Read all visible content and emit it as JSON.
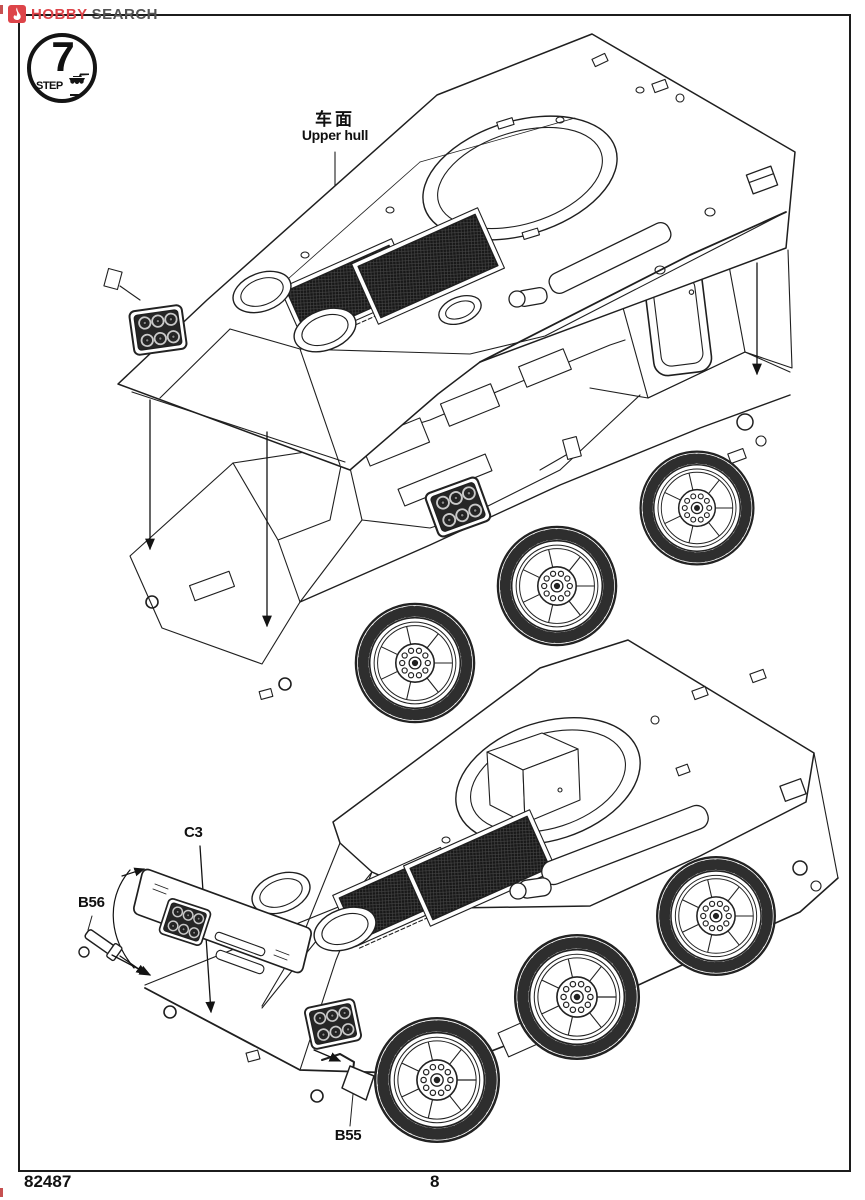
{
  "page": {
    "bg": "#ffffff",
    "frame_color": "#1c1c1c"
  },
  "watermark": {
    "brand_primary": "HOBBY",
    "brand_secondary": "SEARCH",
    "primary_color": "#dd4449",
    "secondary_color": "#535353",
    "icon": "flame-icon"
  },
  "step_badge": {
    "number": "7",
    "label": "STEP",
    "icon": "tank-icon"
  },
  "callouts": {
    "upper_hull_cn": "车面",
    "upper_hull_en": "Upper hull",
    "c3": "C3",
    "b56": "B56",
    "b55": "B55"
  },
  "footer": {
    "kit_number": "82487",
    "page_number": "8"
  },
  "line_art_color": "#1f1f1f"
}
